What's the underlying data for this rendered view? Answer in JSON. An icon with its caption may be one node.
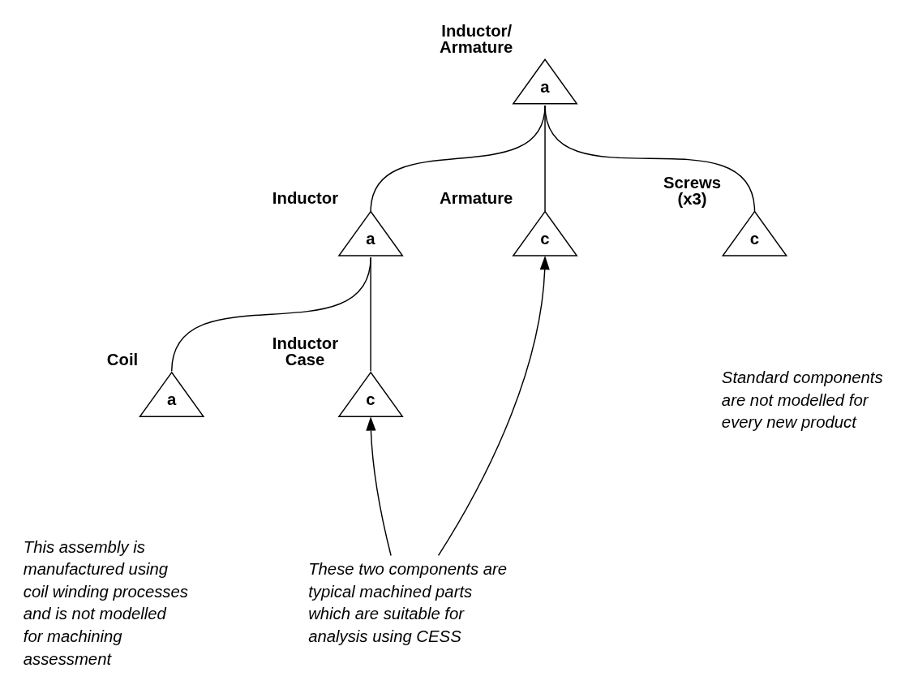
{
  "diagram": {
    "nodes": [
      {
        "text": [
          "Inductor/ Armature",
          "a"
        ]
      },
      {
        "text": [
          "Inductor",
          "a"
        ]
      },
      {
        "text": [
          "Armature",
          "c"
        ]
      },
      {
        "text": [
          "Screws (x3)",
          "c"
        ]
      },
      {
        "text": [
          "Coil",
          "a"
        ]
      },
      {
        "text": [
          "Inductor Case",
          "c"
        ]
      },
      {
        "text": [
          "These two components are typical machined parts which are suitable for analysis using CESS"
        ]
      }
    ],
    "edges": [
      {
        "from": 0,
        "to": 1,
        "arrow": "none"
      },
      {
        "from": 0,
        "to": 2,
        "arrow": "none"
      },
      {
        "from": 0,
        "to": 3,
        "arrow": "none"
      },
      {
        "from": 1,
        "to": 4,
        "arrow": "none"
      },
      {
        "from": 1,
        "to": 5,
        "arrow": "none"
      },
      {
        "from": 6,
        "to": 5,
        "arrow": "to"
      },
      {
        "from": 6,
        "to": 2,
        "arrow": "to"
      }
    ],
    "labels": [
      "Standard components are not modelled for every new product",
      "This assembly is manufactured using coil winding processes and is not modelled for machining assessment"
    ]
  }
}
